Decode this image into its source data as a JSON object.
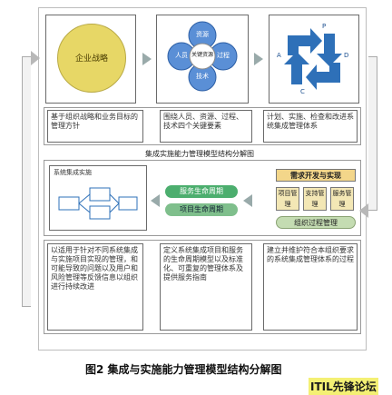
{
  "top": {
    "strategy_label": "企业战略",
    "resource_center": "关键资源",
    "resource_petals": [
      "资源",
      "人员",
      "过程",
      "技术"
    ],
    "pdca": [
      "P",
      "D",
      "C",
      "A"
    ]
  },
  "row1": {
    "col1": "基于组织战略和业务目标的管理方针",
    "col2": "围绕人员、资源、过程、技术四个关键要素",
    "col3": "计划、实施、检查和改进系统集成管理体系"
  },
  "section_title": "集成实施能力管理模型结构分解图",
  "middle": {
    "left_title": "系统集成实施",
    "service_cycle": "服务生命周期",
    "project_cycle": "项目生命周期",
    "right_title": "需求开发与实现",
    "right_tags": [
      "项目管理",
      "支持管理",
      "服务管理"
    ],
    "org_process": "组织过程管理"
  },
  "bottom": {
    "col1": "以适用于针对不同系统集成与实施项目实现的管理，和可能导致的问题以及用户和风险管理等反馈信息以组织进行持续改进",
    "col2": "定义系统集成项目和服务的生命周期模型以及标准化、可重复的管理体系及提供服务指南",
    "col3": "建立并维护符合本组织要求的系统集成管理体系的过程"
  },
  "caption": "图2   集成与实施能力管理模型结构分解图",
  "watermark": "ITIL先锋论坛",
  "colors": {
    "strategy": "#e7d766",
    "petal": "#5a8fd6",
    "pdca": "#2e70b8",
    "service_pill": "#4cae6e",
    "project_pill": "#7fbf8c",
    "right_title_bg": "#f3d68a",
    "tag_bg": "#f3e7b5",
    "org_pill": "#c4dcb2"
  }
}
